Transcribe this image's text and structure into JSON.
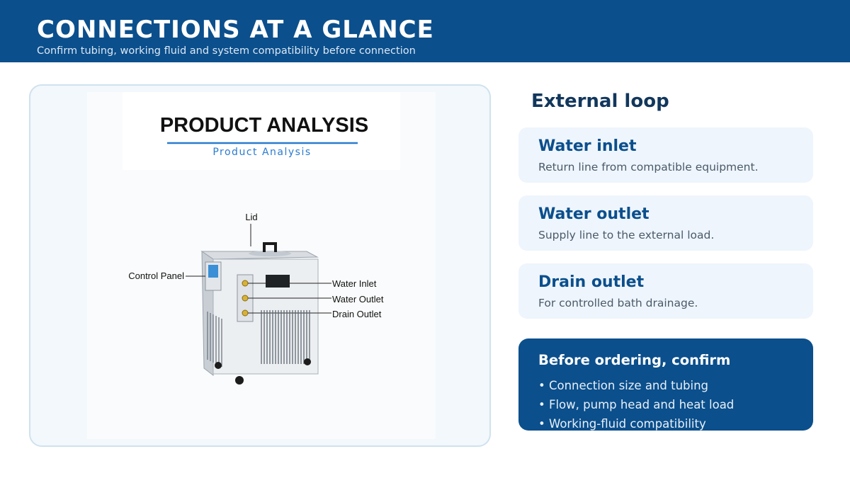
{
  "header": {
    "title": "CONNECTIONS AT A GLANCE",
    "subtitle": "Confirm tubing, working fluid and system compatibility before connection"
  },
  "product_image": {
    "heading": "PRODUCT ANALYSIS",
    "subheading": "Product Analysis",
    "callouts": {
      "lid": "Lid",
      "control_panel": "Control Panel",
      "water_inlet": "Water Inlet",
      "water_outlet": "Water Outlet",
      "drain_outlet": "Drain Outlet"
    }
  },
  "section_title": "External loop",
  "ports": [
    {
      "title": "Water inlet",
      "description": "Return line from compatible equipment."
    },
    {
      "title": "Water outlet",
      "description": "Supply line to the external load."
    },
    {
      "title": "Drain outlet",
      "description": "For controlled bath drainage."
    }
  ],
  "confirm": {
    "title": "Before ordering, confirm",
    "items": [
      "• Connection size and tubing",
      "• Flow, pump head and heat load",
      "• Working-fluid compatibility"
    ]
  },
  "colors": {
    "brand_blue": "#0b4f8c",
    "heading_navy": "#12375c",
    "card_bg": "#eef5fc",
    "panel_bg": "#f3f8fc"
  }
}
